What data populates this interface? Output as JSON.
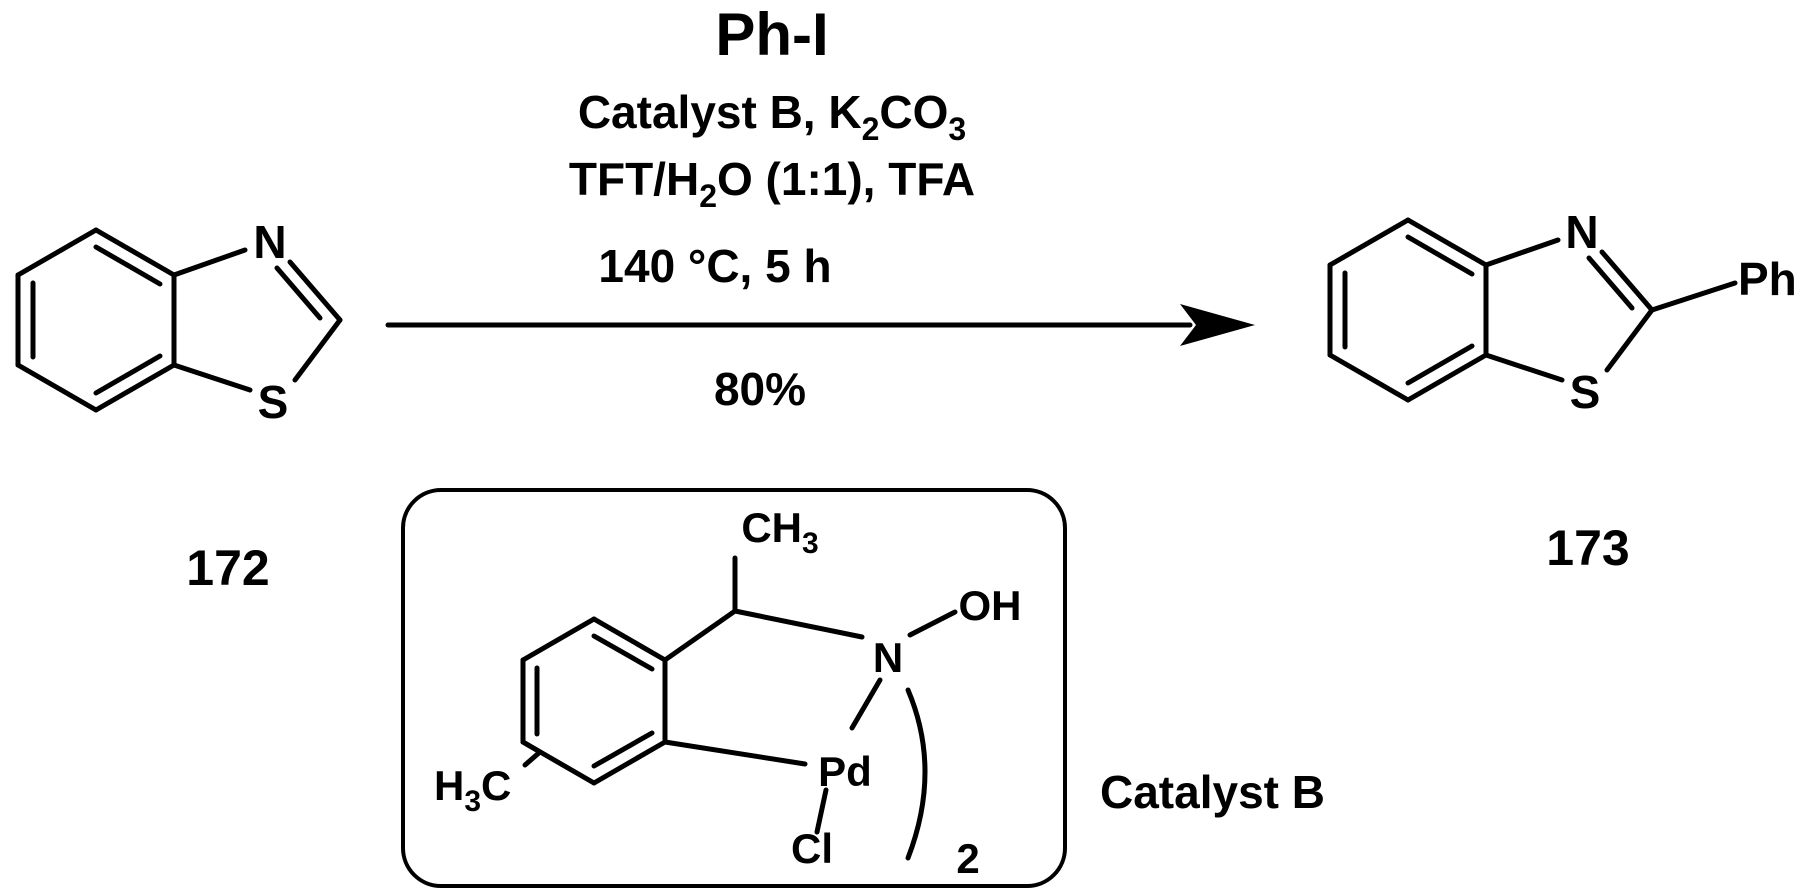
{
  "reagents": {
    "reagent": "Ph-I",
    "line_catalyst": {
      "pre": "Catalyst B, K",
      "sub1": "2",
      "mid": "CO",
      "sub2": "3"
    },
    "line_solvent": {
      "pre": "TFT/H",
      "sub": "2",
      "post": "O (1:1), TFA"
    },
    "conditions": "140 °C, 5 h",
    "yield": "80%"
  },
  "starting_material": {
    "label": "172",
    "atom_N": "N",
    "atom_S": "S"
  },
  "product": {
    "label": "173",
    "atom_N": "N",
    "atom_S": "S",
    "substituent": "Ph"
  },
  "catalyst": {
    "name": "Catalyst B",
    "methyl_top": {
      "main": "CH",
      "sub": "3"
    },
    "methyl_ring": {
      "h": "H",
      "sub": "3",
      "c": "C"
    },
    "atom_N": "N",
    "hydroxyl": "OH",
    "metal": "Pd",
    "halide": "Cl",
    "dimer_count": "2"
  }
}
